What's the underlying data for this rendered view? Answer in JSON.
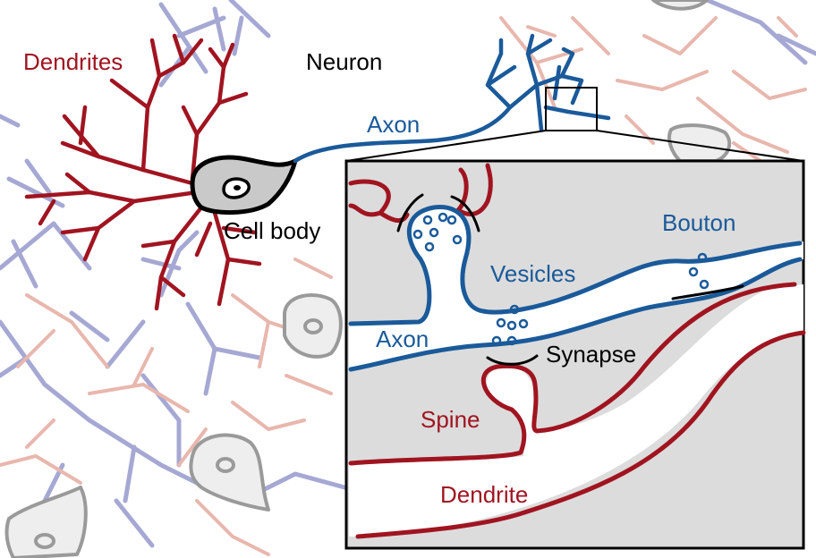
{
  "labels": {
    "dendrites": "Dendrites",
    "neuron": "Neuron",
    "axon_top": "Axon",
    "cell_body": "Cell body",
    "bouton": "Bouton",
    "vesicles": "Vesicles",
    "axon_inset": "Axon",
    "synapse": "Synapse",
    "spine": "Spine",
    "dendrite": "Dendrite"
  },
  "colors": {
    "axon_blue": "#1a5a9a",
    "dendrite_red": "#a01420",
    "label_black": "#000000",
    "inset_background": "#dcdcdc",
    "faded_blue": "#9ea2cf",
    "faded_red": "#e6b2a8",
    "faded_cell": "#9a9a9a"
  }
}
